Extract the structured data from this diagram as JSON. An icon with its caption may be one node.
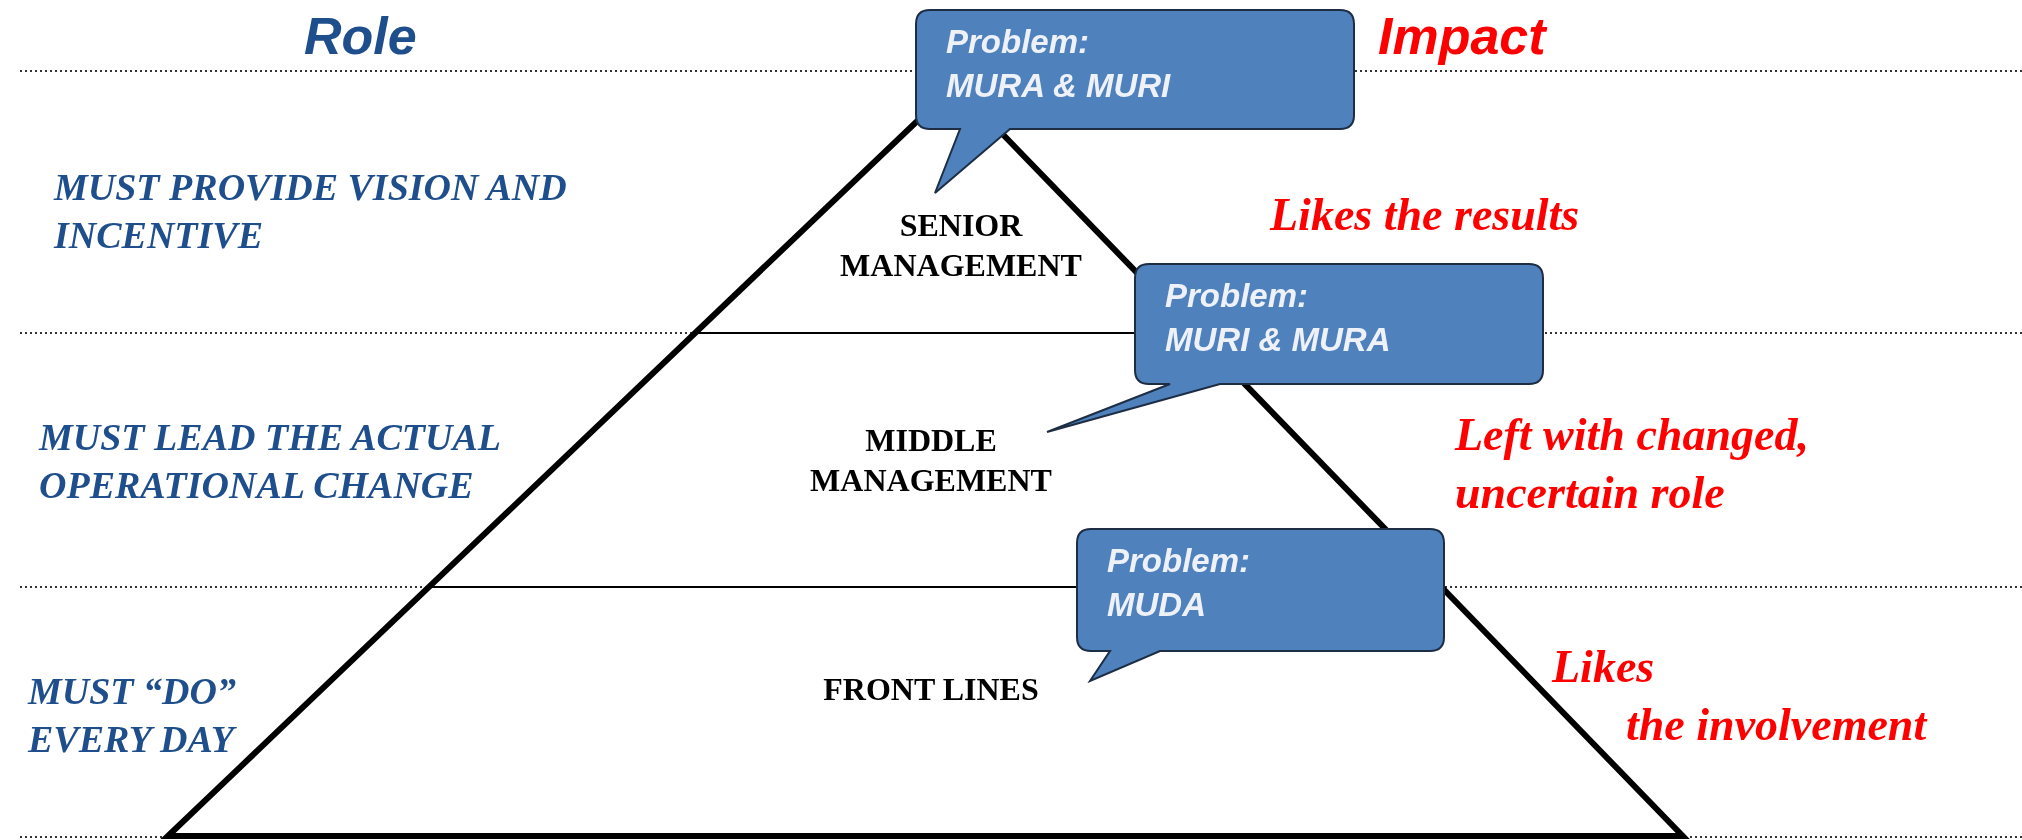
{
  "diagram": {
    "nodes": [
      {
        "text": [
          "Problem:",
          "MURA & MURI"
        ]
      },
      {
        "text": [
          "SENIOR MANAGEMENT"
        ]
      },
      {
        "text": [
          "Problem:",
          "MURI & MURA"
        ]
      },
      {
        "text": [
          "MIDDLE MANAGEMENT"
        ]
      },
      {
        "text": [
          "Problem:",
          "MUDA"
        ]
      },
      {
        "text": [
          "FRONT LINES"
        ]
      }
    ],
    "labels": [
      "Role",
      "Impact",
      "MUST PROVIDE VISION AND INCENTIVE",
      "Likes the results",
      "MUST LEAD THE ACTUAL OPERATIONAL CHANGE",
      "Left with changed, uncertain role",
      "MUST “DO” EVERY DAY",
      "Likes the involvement"
    ]
  }
}
